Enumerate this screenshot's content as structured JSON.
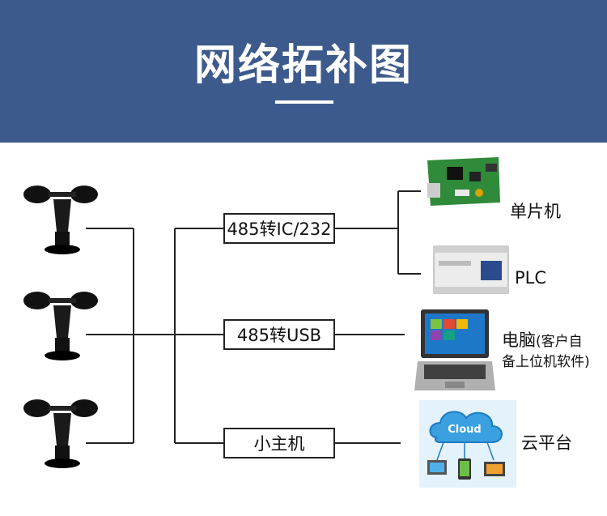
{
  "title": "网络拓补图",
  "converters": {
    "ic232": "485转IC/232",
    "usb": "485转USB",
    "host": "小主机"
  },
  "devices": {
    "mcu": "单片机",
    "plc": "PLC",
    "pc_main": "电脑",
    "pc_note1": "(客户自",
    "pc_note2": "备上位机软件)",
    "cloud": "云平台",
    "cloud_text": "Cloud"
  },
  "colors": {
    "banner": "#3d5a8c",
    "line": "#222222"
  },
  "icons": [
    "anemometer-icon",
    "circuit-board-icon",
    "plc-icon",
    "laptop-icon",
    "cloud-icon"
  ]
}
